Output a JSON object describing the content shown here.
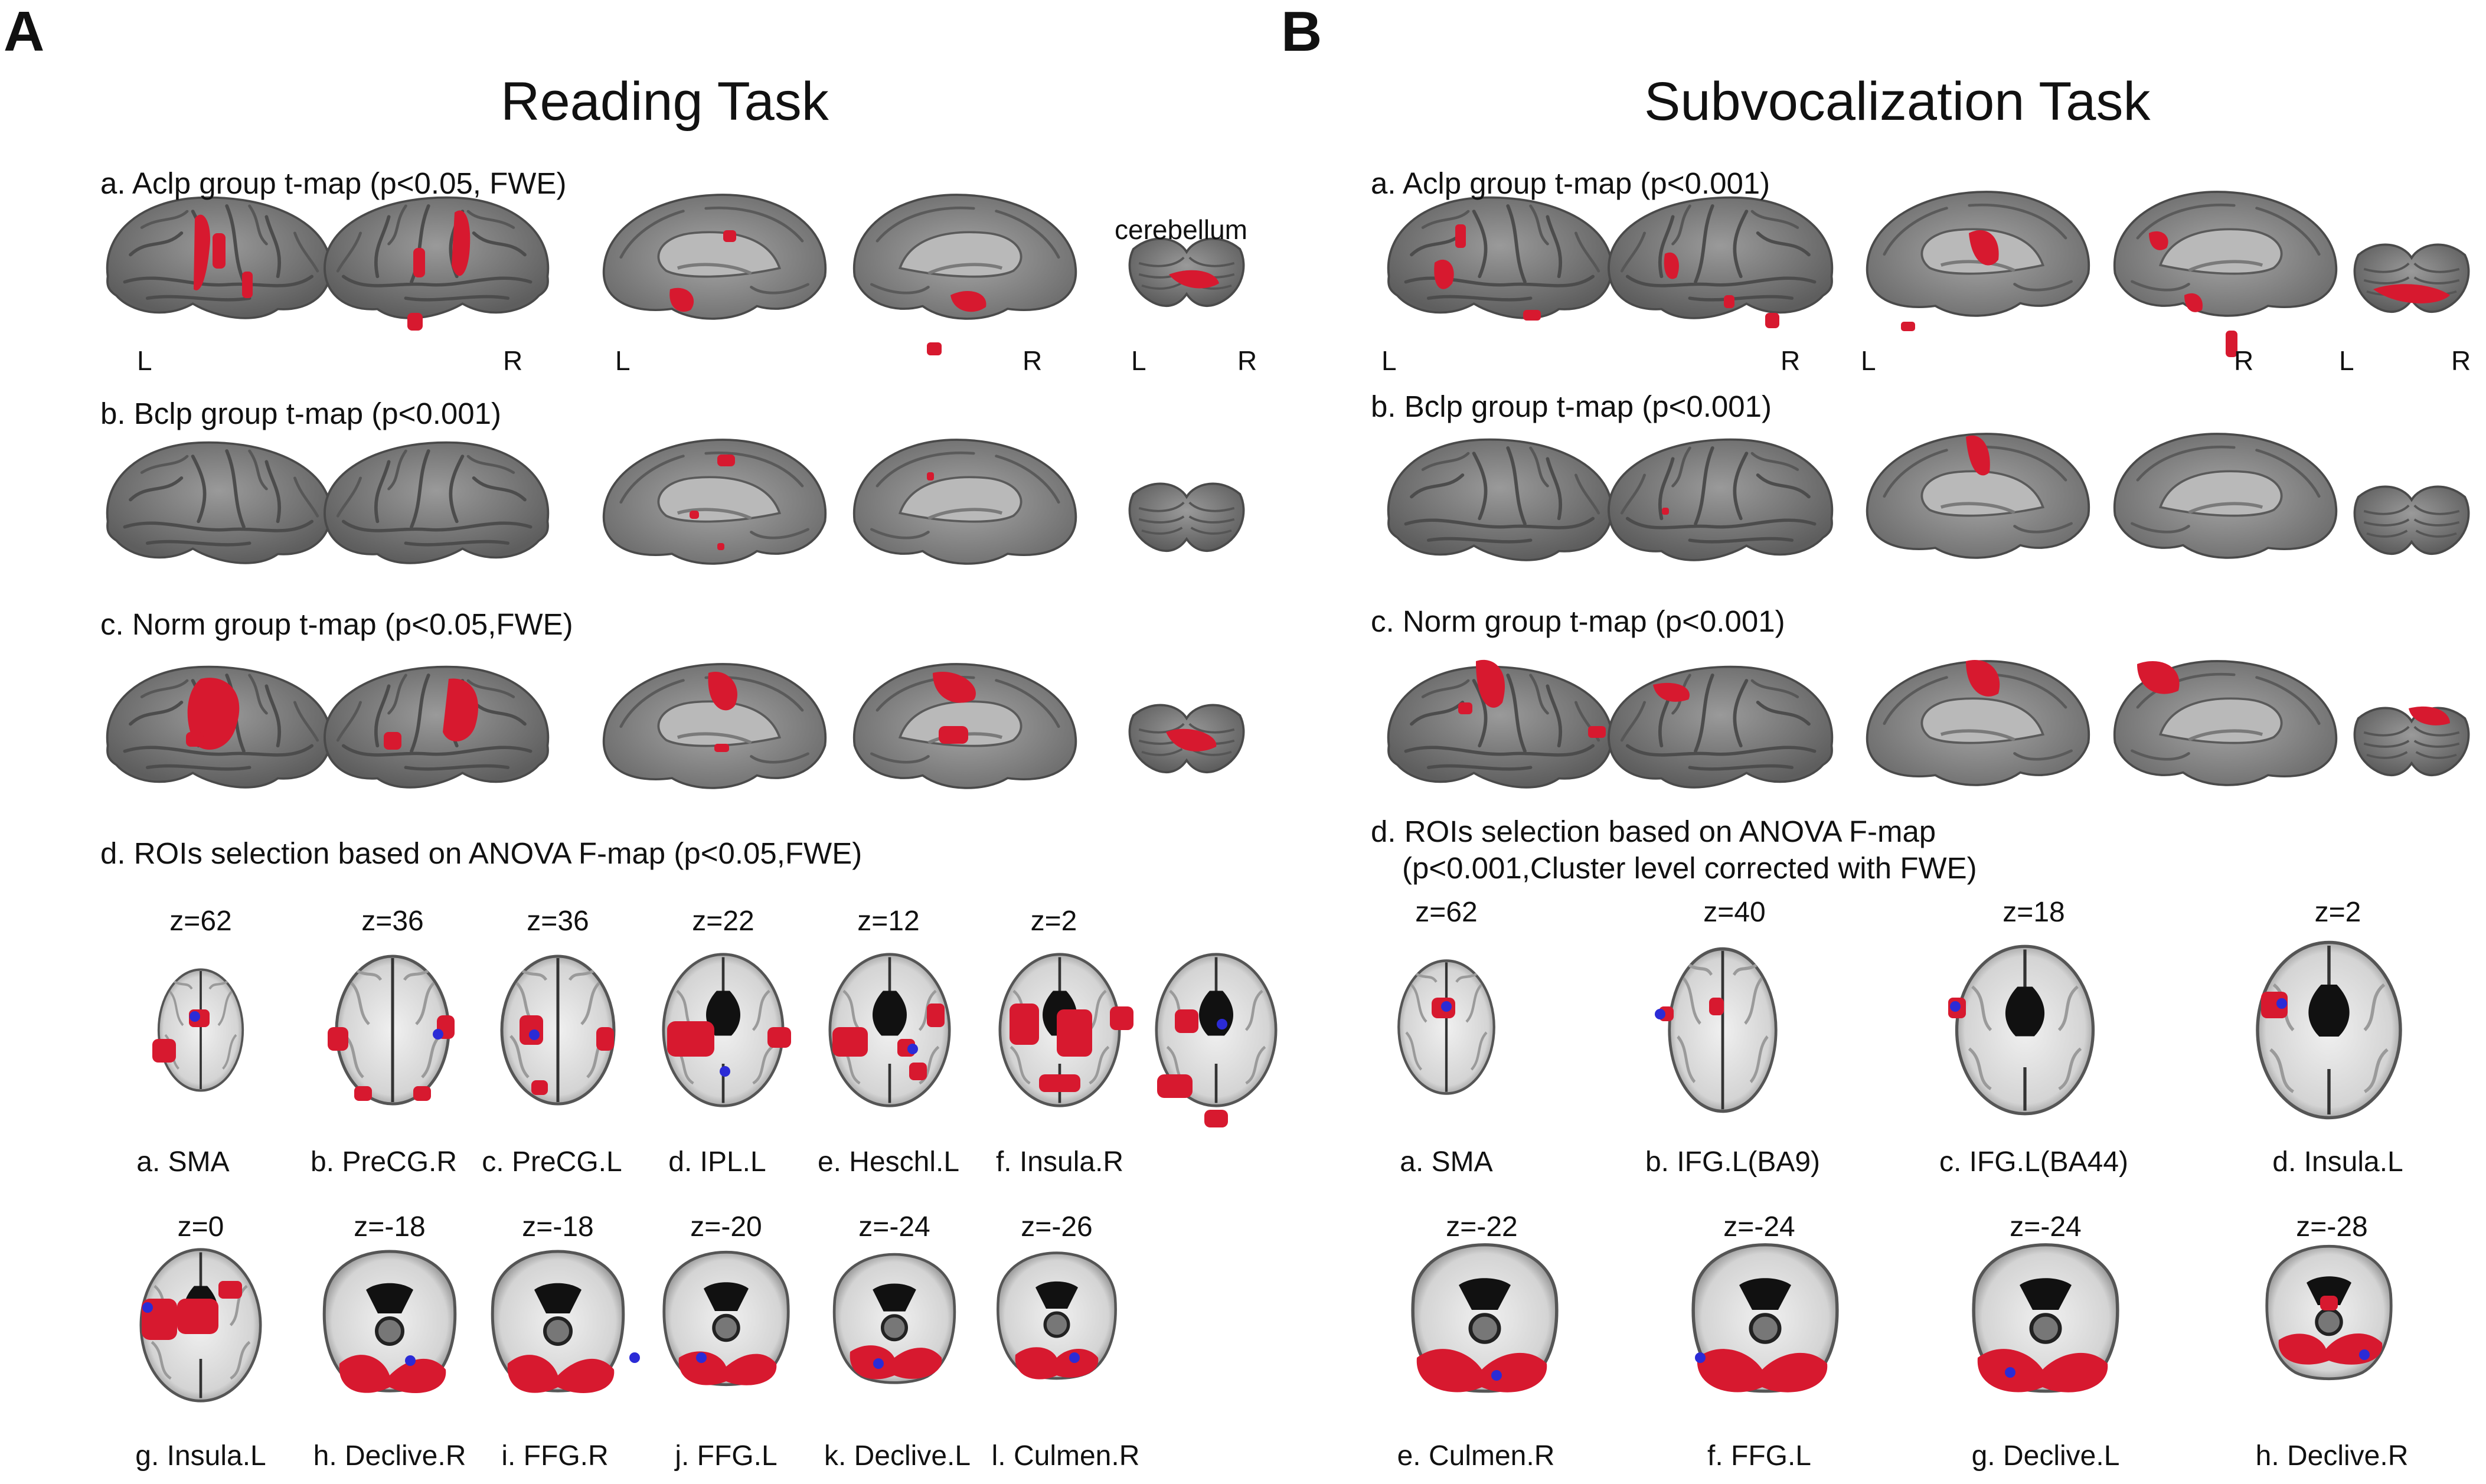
{
  "panels": {
    "A": {
      "letter": "A",
      "title": "Reading Task",
      "rows": {
        "a": "a. Aclp group t-map (p<0.05, FWE)",
        "b": "b. Bclp group t-map (p<0.001)",
        "c": "c. Norm group t-map (p<0.05,FWE)",
        "d": "d. ROIs selection based on ANOVA F-map (p<0.05,FWE)"
      },
      "cerebellum_label": "cerebellum",
      "side_labels": [
        "L",
        "R",
        "L",
        "R",
        "L",
        "R"
      ],
      "roi_row1": [
        {
          "z": "z=62",
          "label": "a. SMA"
        },
        {
          "z": "z=36",
          "label": "b. PreCG.R"
        },
        {
          "z": "z=36",
          "label": "c. PreCG.L"
        },
        {
          "z": "z=22",
          "label": "d. IPL.L"
        },
        {
          "z": "z=12",
          "label": "e. Heschl.L"
        },
        {
          "z": "z=2",
          "label": "f. Insula.R"
        }
      ],
      "roi_row2": [
        {
          "z": "z=0",
          "label": "g. Insula.L"
        },
        {
          "z": "z=-18",
          "label": "h. Declive.R"
        },
        {
          "z": "z=-18",
          "label": "i. FFG.R"
        },
        {
          "z": "z=-20",
          "label": "j. FFG.L"
        },
        {
          "z": "z=-24",
          "label": "k. Declive.L"
        },
        {
          "z": "z=-26",
          "label": "l. Culmen.R"
        }
      ]
    },
    "B": {
      "letter": "B",
      "title": "Subvocalization Task",
      "rows": {
        "a": "a. Aclp group t-map (p<0.001)",
        "b": "b. Bclp group t-map (p<0.001)",
        "c": "c. Norm group t-map (p<0.001)",
        "d1": "d. ROIs selection based on ANOVA F-map",
        "d2": "(p<0.001,Cluster level corrected with FWE)"
      },
      "side_labels": [
        "L",
        "R",
        "L",
        "R",
        "L",
        "R"
      ],
      "roi_row1": [
        {
          "z": "z=62",
          "label": "a. SMA"
        },
        {
          "z": "z=40",
          "label": "b. IFG.L(BA9)"
        },
        {
          "z": "z=18",
          "label": "c. IFG.L(BA44)"
        },
        {
          "z": "z=2",
          "label": "d. Insula.L"
        }
      ],
      "roi_row2": [
        {
          "z": "z=-22",
          "label": "e. Culmen.R"
        },
        {
          "z": "z=-24",
          "label": "f. FFG.L"
        },
        {
          "z": "z=-24",
          "label": "g. Declive.L"
        },
        {
          "z": "z=-28",
          "label": "h. Declive.R"
        }
      ]
    }
  },
  "colors": {
    "activation": "#d7192f",
    "roi_marker": "#2b2bd6",
    "cortex": "#7a7a7a",
    "slice_white": "#e6e6e6"
  }
}
